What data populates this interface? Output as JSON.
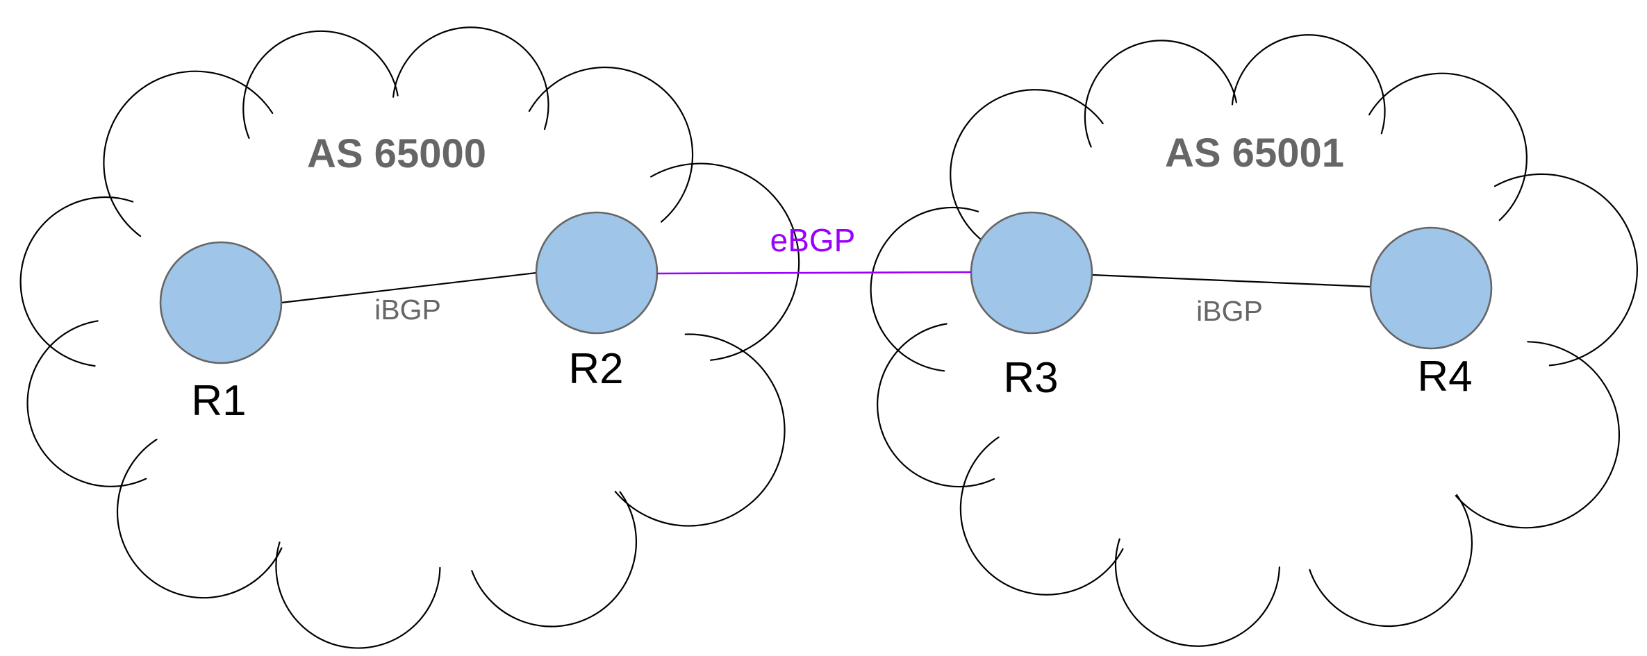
{
  "title": "BGP topology diagram",
  "colors": {
    "background": "#ffffff",
    "node_fill": "#9fc5e8",
    "node_stroke": "#666666",
    "line": "#000000",
    "text": "#000000",
    "muted_text": "#666666",
    "ebgp": "#9900ff"
  },
  "diagram": {
    "as_left": {
      "label": "AS 65000",
      "link_label": "iBGP",
      "routers": [
        {
          "id": "R1"
        },
        {
          "id": "R2"
        }
      ]
    },
    "as_right": {
      "label": "AS 65001",
      "link_label": "iBGP",
      "routers": [
        {
          "id": "R3"
        },
        {
          "id": "R4"
        }
      ]
    },
    "external_link_label": "eBGP"
  }
}
